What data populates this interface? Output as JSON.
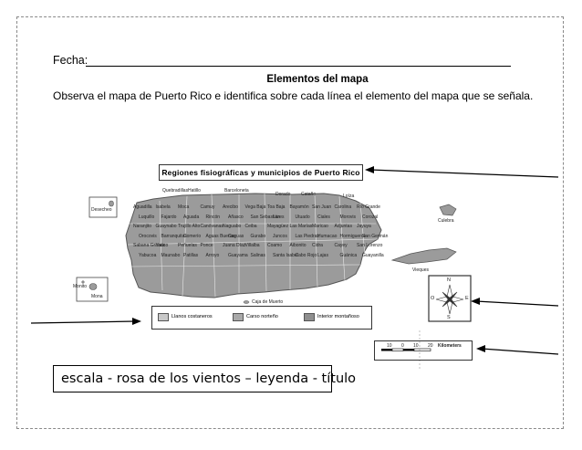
{
  "worksheet": {
    "date_label": "Fecha:",
    "heading": "Elementos del mapa",
    "instructions": "Observa el mapa de Puerto Rico e identifica sobre cada línea el elemento del mapa que se señala.",
    "answer_bank": "escala  -  rosa de los vientos – leyenda - título"
  },
  "map": {
    "title": "Regiones fisiográficas y municipios de Puerto Rico",
    "north_labels": [
      "Quebradillas",
      "Hatillo",
      "Barceloneta",
      "Dorado",
      "Cataño",
      "Loíza"
    ],
    "interior_labels": [
      "Aguadilla",
      "Isabela",
      "Moca",
      "Camuy",
      "Arecibo",
      "Vega Baja",
      "Toa Baja",
      "Bayamón",
      "San Juan",
      "Carolina",
      "Río Grande",
      "Luquillo",
      "Fajardo",
      "Aguada",
      "Rincón",
      "Añasco",
      "San Sebastián",
      "Lares",
      "Utuado",
      "Ciales",
      "Morovis",
      "Corozal",
      "Naranjito",
      "Guaynabo",
      "Trujillo Alto",
      "Canóvanas",
      "Naguabo",
      "Ceiba",
      "Mayagüez",
      "Las Marías",
      "Maricao",
      "Adjuntas",
      "Jayuya",
      "Orocovis",
      "Barranquitas",
      "Comerío",
      "Aguas Buenas",
      "Caguas",
      "Gurabo",
      "Juncos",
      "Las Piedras",
      "Humacao",
      "Hormigueros",
      "San Germán",
      "Sabana Grande",
      "Yauco",
      "Peñuelas",
      "Ponce",
      "Juana Díaz",
      "Villalba",
      "Coamo",
      "Aibonito",
      "Cidra",
      "Cayey",
      "San Lorenzo",
      "Yabucoa",
      "Maunabo",
      "Patillas",
      "Arroyo",
      "Guayama",
      "Salinas",
      "Santa Isabel",
      "Cabo Rojo",
      "Lajas",
      "Guánica",
      "Guayanilla"
    ],
    "islands": [
      "Desecheo",
      "Mona",
      "Monito",
      "Culebra",
      "Vieques",
      "Caja de Muerto"
    ],
    "legend": [
      {
        "label": "Llanos costaneros",
        "color": "#c8c8c8"
      },
      {
        "label": "Carso norteño",
        "color": "#a9a9a9"
      },
      {
        "label": "Interior montañoso",
        "color": "#8f8f8f"
      }
    ],
    "compass": {
      "n": "N",
      "s": "S",
      "e": "E",
      "o": "O"
    },
    "scale": {
      "ticks": [
        "10",
        "0",
        "10",
        "20"
      ],
      "unit": "Kilometers"
    },
    "colors": {
      "island_fill": "#9b9b9b",
      "island_stroke": "#555555",
      "arrow": "#000000"
    }
  }
}
